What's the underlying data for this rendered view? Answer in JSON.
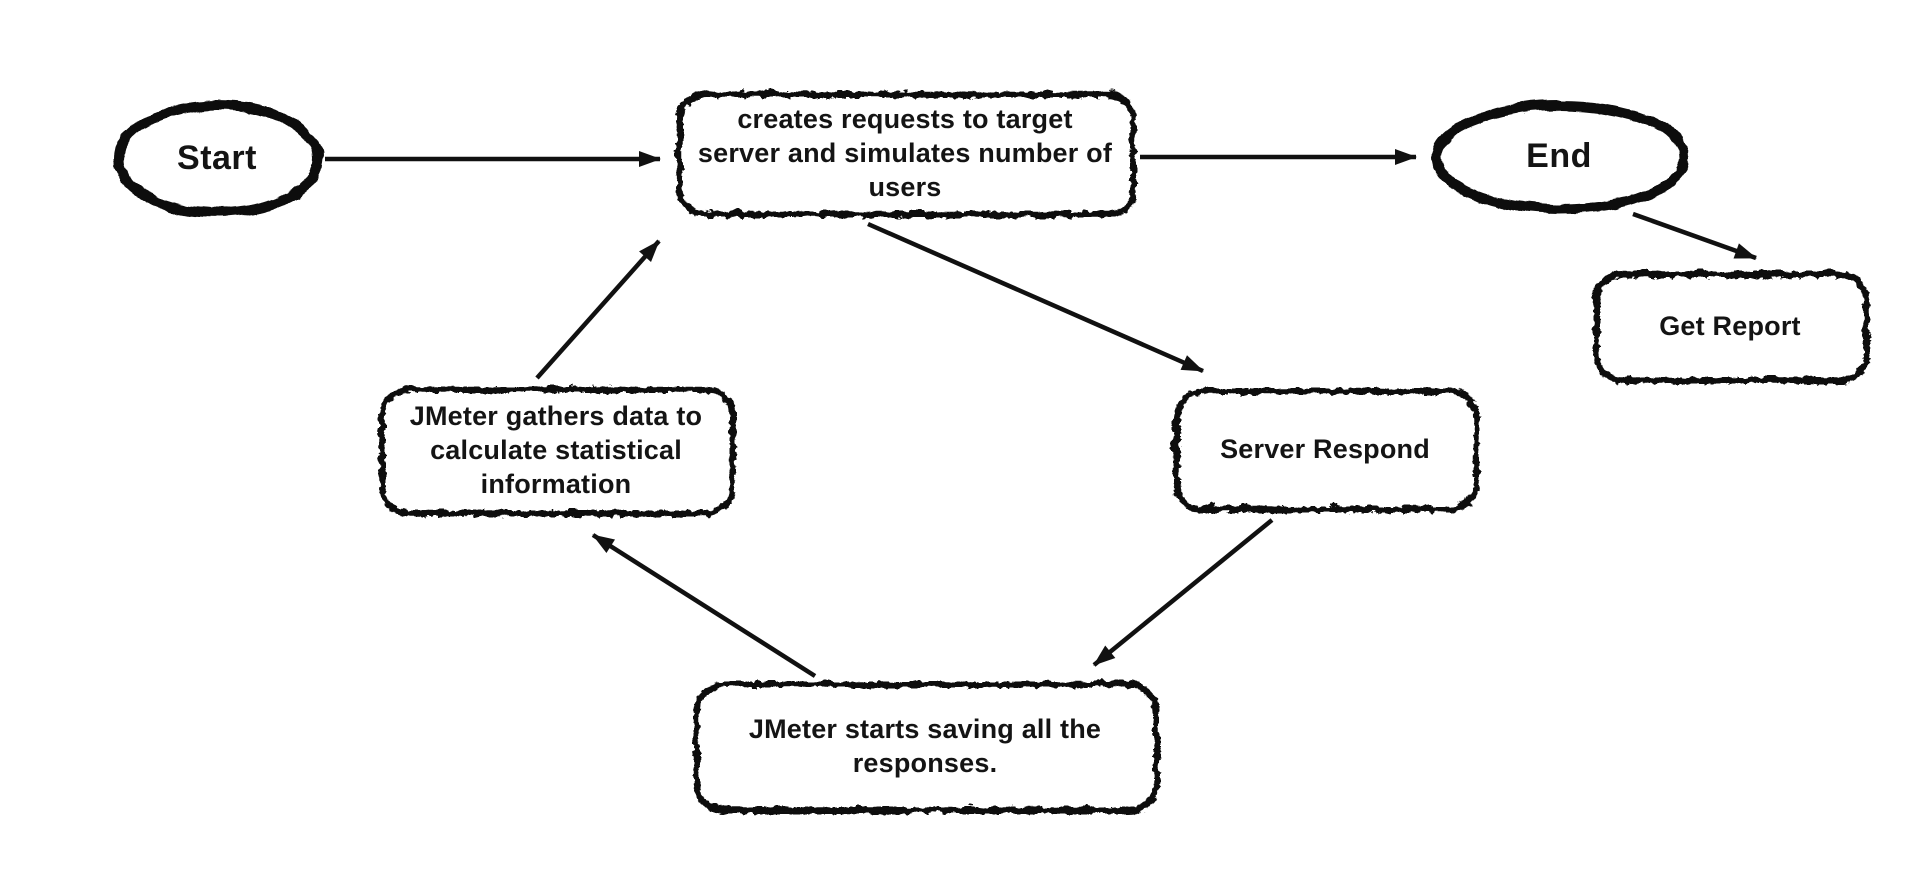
{
  "diagram": {
    "background_color": "#ffffff",
    "stroke_color": "#111111",
    "text_color": "#141414",
    "nodes": {
      "start": {
        "label": "Start",
        "shape": "ellipse"
      },
      "process": {
        "label": "creates requests to target\nserver and simulates number of\nusers",
        "shape": "rounded-rectangle"
      },
      "end": {
        "label": "End",
        "shape": "ellipse"
      },
      "report": {
        "label": "Get Report",
        "shape": "rounded-rectangle"
      },
      "server": {
        "label": "Server Respond",
        "shape": "rounded-rectangle"
      },
      "gather": {
        "label": "JMeter gathers data to\ncalculate statistical\ninformation",
        "shape": "rounded-rectangle"
      },
      "saving": {
        "label": "JMeter starts saving all the\nresponses.",
        "shape": "rounded-rectangle"
      }
    },
    "edges": [
      {
        "from": "start",
        "to": "process"
      },
      {
        "from": "process",
        "to": "end"
      },
      {
        "from": "end",
        "to": "report"
      },
      {
        "from": "process",
        "to": "server"
      },
      {
        "from": "server",
        "to": "saving"
      },
      {
        "from": "saving",
        "to": "gather"
      },
      {
        "from": "gather",
        "to": "process"
      }
    ]
  }
}
